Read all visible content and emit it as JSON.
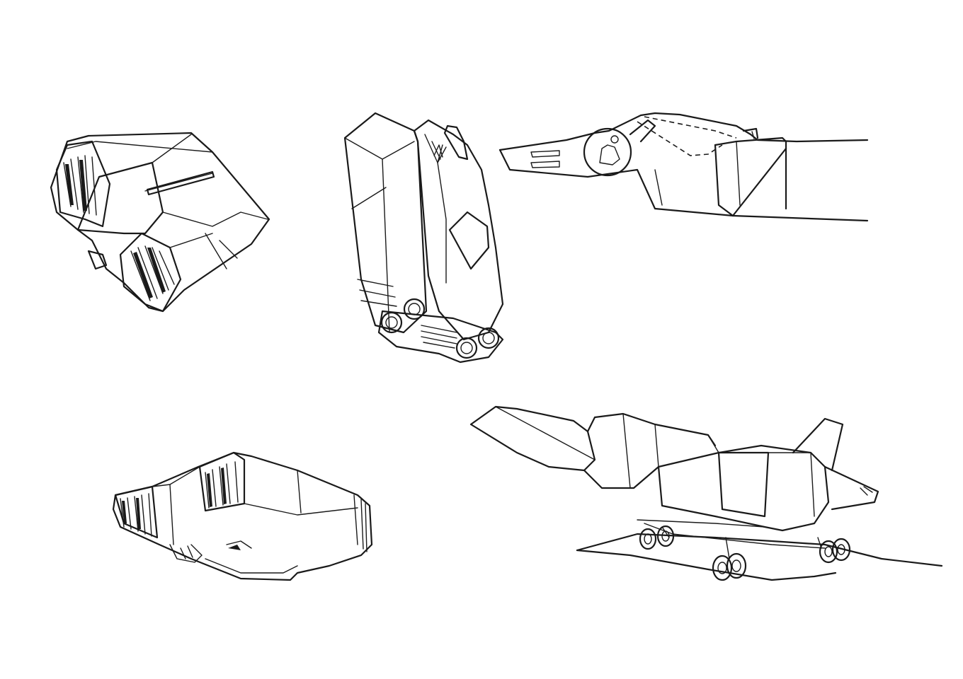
{
  "sheet": {
    "background": "#ffffff",
    "ink_color": "#1a1a1a",
    "drawings": [
      {
        "name": "intake-module-top-view"
      },
      {
        "name": "thruster-pack-rear-view"
      },
      {
        "name": "aircraft-cockpit-cutaway"
      },
      {
        "name": "intake-module-side-view"
      },
      {
        "name": "aircraft-landing-gear-view"
      }
    ]
  }
}
